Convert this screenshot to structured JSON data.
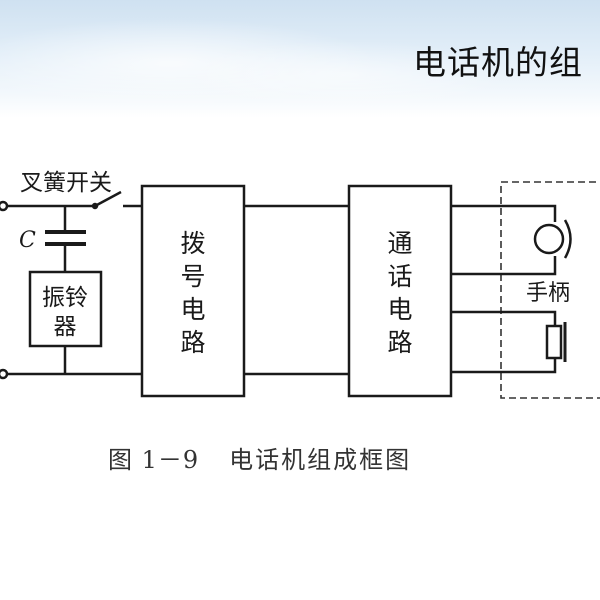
{
  "slide": {
    "title": "电话机的组"
  },
  "diagram": {
    "hook_switch_label": "叉簧开关",
    "capacitor_label": "C",
    "ringer_label_line1": "振铃",
    "ringer_label_line2": "器",
    "dialing_circuit_chars": [
      "拨",
      "号",
      "电",
      "路"
    ],
    "talk_circuit_chars": [
      "通",
      "话",
      "电",
      "路"
    ],
    "handset_label": "手柄"
  },
  "caption": {
    "number": "图 1－9",
    "text": "电话机组成框图"
  }
}
